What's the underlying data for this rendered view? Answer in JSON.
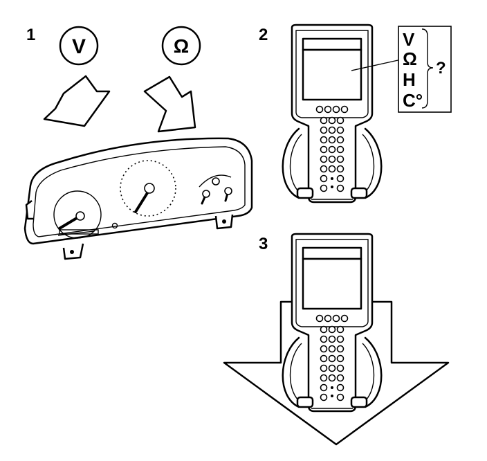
{
  "steps": {
    "s1": "1",
    "s2": "2",
    "s3": "3"
  },
  "meters": {
    "volt_symbol": "V",
    "ohm_symbol": "Ω"
  },
  "callout": {
    "items": [
      "V",
      "Ω",
      "H",
      "C°"
    ],
    "question": "?"
  },
  "icons": [
    "down-arrow-icon",
    "instrument-cluster-icon",
    "scan-tool-icon",
    "large-down-arrow-icon"
  ]
}
